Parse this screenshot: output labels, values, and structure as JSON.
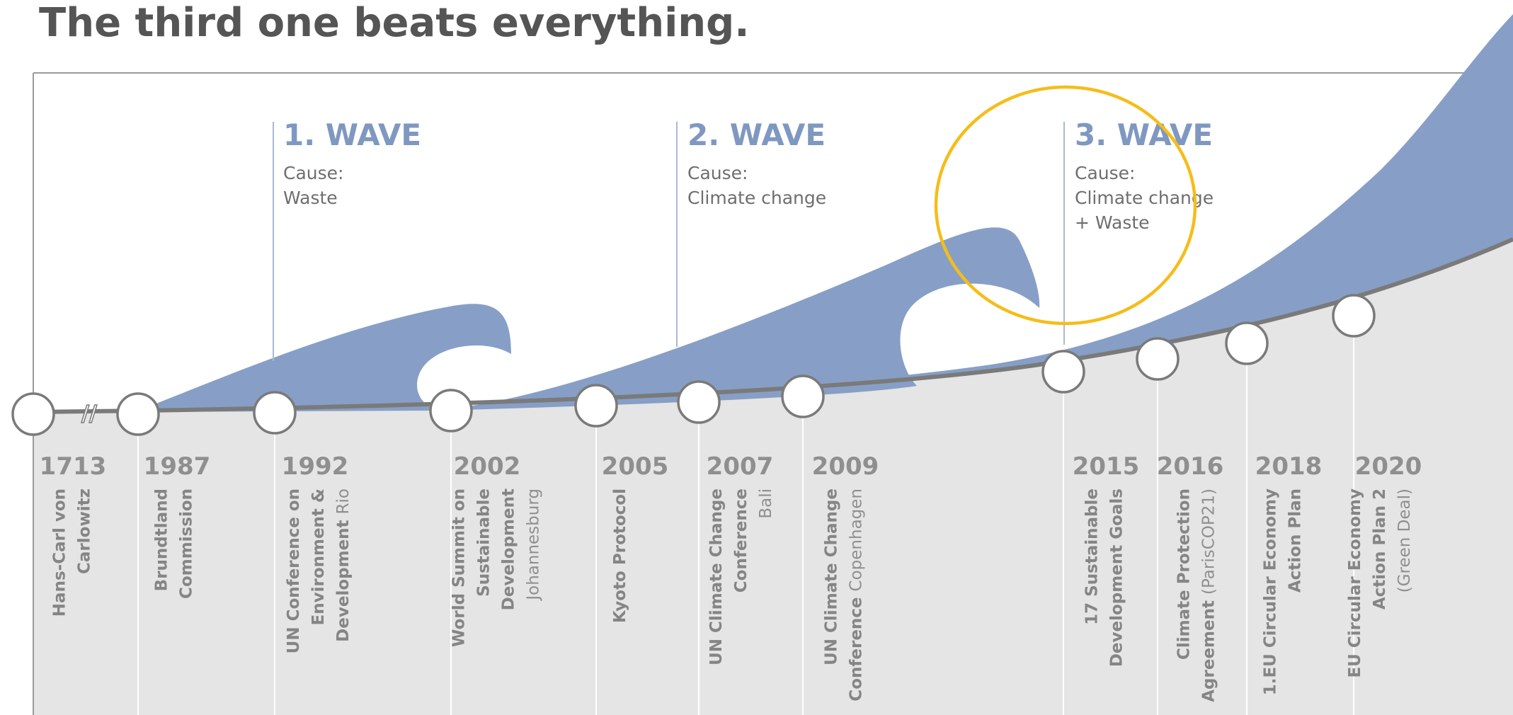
{
  "title": "The third one beats everything.",
  "colors": {
    "wave": "#879fc6",
    "ground": "#e5e5e5",
    "axis": "#7a7a7a",
    "highlight": "#f5bd1a",
    "year_text": "#8f8f8f",
    "wave_title": "#7f98c1"
  },
  "waves": [
    {
      "title": "1. WAVE",
      "cause_lines": [
        "Cause:",
        "Waste"
      ]
    },
    {
      "title": "2. WAVE",
      "cause_lines": [
        "Cause:",
        "Climate change"
      ]
    },
    {
      "title": "3. WAVE",
      "cause_lines": [
        "Cause:",
        "Climate change",
        "+ Waste"
      ],
      "highlighted": true
    }
  ],
  "axis_break_symbol": "//",
  "events": [
    {
      "year": "1713",
      "lines": [
        [
          {
            "t": "Hans-Carl von",
            "b": true
          }
        ],
        [
          {
            "t": "Carlowitz",
            "b": true
          }
        ]
      ]
    },
    {
      "year": "1987",
      "lines": [
        [
          {
            "t": "Brundtland",
            "b": true
          }
        ],
        [
          {
            "t": "Commission",
            "b": true
          }
        ]
      ]
    },
    {
      "year": "1992",
      "lines": [
        [
          {
            "t": "UN Conference on",
            "b": true
          }
        ],
        [
          {
            "t": "Environment &",
            "b": true
          }
        ],
        [
          {
            "t": "Development ",
            "b": true
          },
          {
            "t": "Rio",
            "b": false
          }
        ]
      ]
    },
    {
      "year": "2002",
      "lines": [
        [
          {
            "t": "World Summit on",
            "b": true
          }
        ],
        [
          {
            "t": "Sustainable",
            "b": true
          }
        ],
        [
          {
            "t": "Development",
            "b": true
          }
        ],
        [
          {
            "t": "Johannesburg",
            "b": false
          }
        ]
      ]
    },
    {
      "year": "2005",
      "lines": [
        [
          {
            "t": "Kyoto Protocol",
            "b": true
          }
        ]
      ]
    },
    {
      "year": "2007",
      "lines": [
        [
          {
            "t": "UN Climate Change",
            "b": true
          }
        ],
        [
          {
            "t": "Conference",
            "b": true
          }
        ],
        [
          {
            "t": "Bali",
            "b": false
          }
        ]
      ]
    },
    {
      "year": "2009",
      "lines": [
        [
          {
            "t": "UN Climate Change",
            "b": true
          }
        ],
        [
          {
            "t": "Conference ",
            "b": true
          },
          {
            "t": "Copenhagen",
            "b": false
          }
        ]
      ]
    },
    {
      "year": "2015",
      "lines": [
        [
          {
            "t": "17 Sustainable",
            "b": true
          }
        ],
        [
          {
            "t": "Development Goals",
            "b": true
          }
        ]
      ]
    },
    {
      "year": "2016",
      "lines": [
        [
          {
            "t": "Climate Protection",
            "b": true
          }
        ],
        [
          {
            "t": "Agreement ",
            "b": true
          },
          {
            "t": "(ParisCOP21)",
            "b": false
          }
        ]
      ]
    },
    {
      "year": "2018",
      "lines": [
        [
          {
            "t": "1.EU Circular Economy",
            "b": true
          }
        ],
        [
          {
            "t": "Action Plan",
            "b": true
          }
        ]
      ]
    },
    {
      "year": "2020",
      "lines": [
        [
          {
            "t": "EU Circular Economy",
            "b": true
          }
        ],
        [
          {
            "t": "Action Plan 2",
            "b": true
          }
        ],
        [
          {
            "t": "(Green Deal)",
            "b": false
          }
        ]
      ]
    }
  ]
}
